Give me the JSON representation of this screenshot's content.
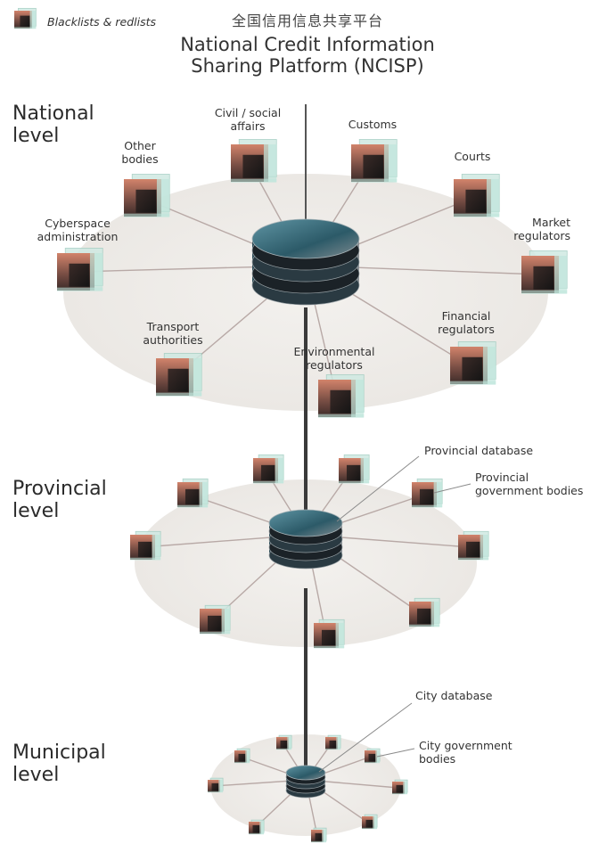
{
  "legend": {
    "label": "Blacklists & redlists"
  },
  "title": {
    "chinese": "全国信用信息共享平台",
    "english": "National Credit Information Sharing Platform (NCISP)"
  },
  "levels": {
    "national": "National level",
    "provincial": "Provincial level",
    "municipal": "Municipal level"
  },
  "national_bodies": {
    "civil": "Civil / social affairs",
    "customs": "Customs",
    "courts": "Courts",
    "other": "Other bodies",
    "market": "Market regulators",
    "cyberspace": "Cyberspace administration",
    "financial": "Financial regulators",
    "transport": "Transport authorities",
    "environmental": "Environmental regulators"
  },
  "provincial_labels": {
    "database": "Provincial database",
    "government": "Provincial government bodies"
  },
  "municipal_labels": {
    "database": "City database",
    "government": "City government bodies"
  },
  "colors": {
    "database_top": "#2f6f82",
    "database_body": "#1d2f36",
    "cube_face": "#d98c74",
    "cube_glass": "#bfe6dc",
    "disc": "#efedea",
    "spoke": "#b9a6a3"
  }
}
